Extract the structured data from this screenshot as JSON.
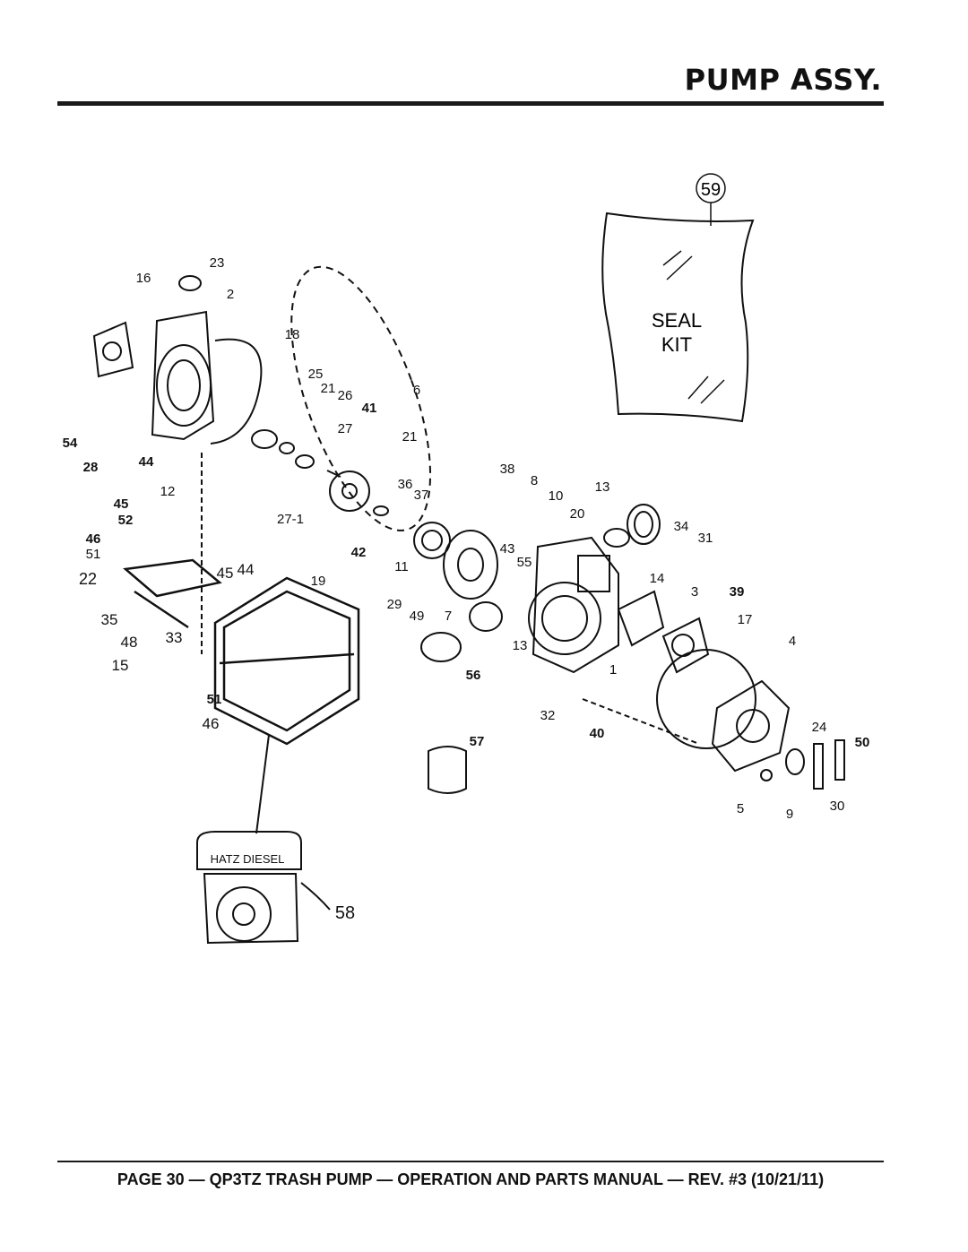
{
  "header": {
    "title": "PUMP ASSY."
  },
  "footer": {
    "text": "PAGE 30 — QP3TZ  TRASH PUMP — OPERATION AND PARTS MANUAL — REV. #3 (10/21/11)"
  },
  "seal_kit": {
    "number": "59",
    "line1": "SEAL",
    "line2": "KIT"
  },
  "engine": {
    "label": "HATZ DIESEL",
    "number": "58"
  },
  "callouts": [
    "23",
    "16",
    "2",
    "18",
    "25",
    "21",
    "26",
    "6",
    "41",
    "27",
    "21",
    "36",
    "37",
    "27-1",
    "42",
    "54",
    "28",
    "44",
    "12",
    "45",
    "52",
    "46",
    "51",
    "22",
    "35",
    "48",
    "15",
    "45",
    "44",
    "33",
    "19",
    "51",
    "46",
    "38",
    "8",
    "10",
    "13",
    "20",
    "34",
    "31",
    "11",
    "43",
    "55",
    "29",
    "49",
    "7",
    "14",
    "3",
    "39",
    "17",
    "13",
    "4",
    "56",
    "1",
    "32",
    "40",
    "57",
    "24",
    "50",
    "5",
    "9",
    "30"
  ]
}
